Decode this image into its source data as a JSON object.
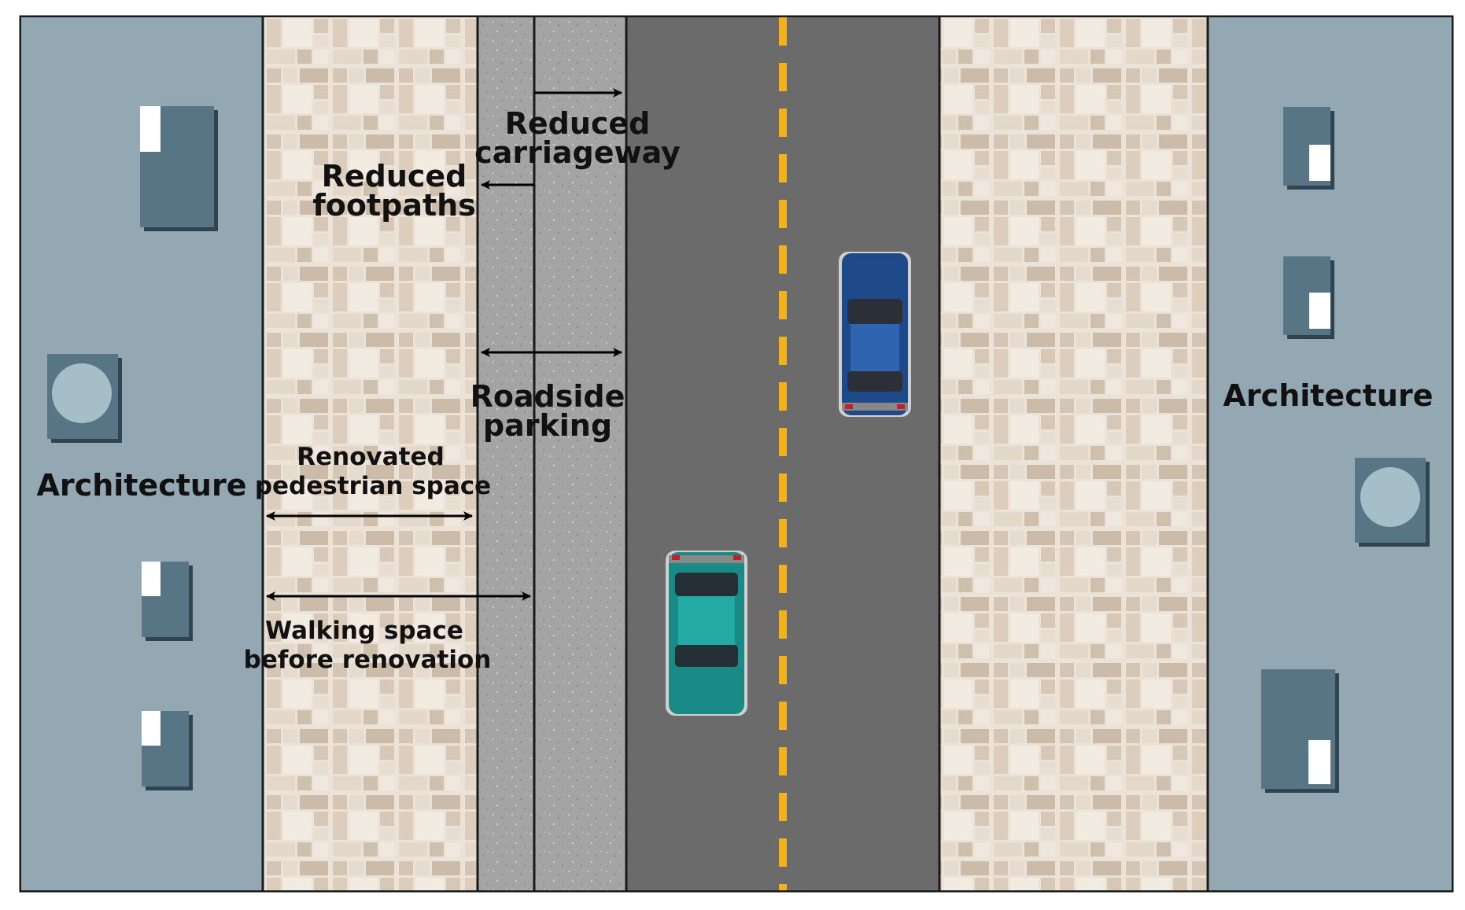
{
  "labels": {
    "architecture_left": "Architecture",
    "architecture_right": "Architecture",
    "reduced_carriageway_1": "Reduced",
    "reduced_carriageway_2": "carriageway",
    "reduced_footpaths_1": "Reduced",
    "reduced_footpaths_2": "footpaths",
    "roadside_parking_1": "Roadside",
    "roadside_parking_2": "parking",
    "renovated_pedestrian_1": "Renovated",
    "renovated_pedestrian_2": "pedestrian space",
    "walking_space_1": "Walking space",
    "walking_space_2": "before renovation"
  },
  "colors": {
    "building_zone": "#94a8b4",
    "building_block": "#587585",
    "building_shadow": "#2e4450",
    "window": "#ffffff",
    "paving_base": "#ece3d8",
    "paving_tile": "#d2c3b2",
    "parking_strip": "#a3a3a3",
    "carriageway": "#6b6b6b",
    "center_line": "#f2b21c",
    "car_blue": "#1f4a8a",
    "car_teal": "#1a8a86",
    "arrow": "#000000"
  },
  "icons": {
    "car_1": "car-blue-icon",
    "car_2": "car-teal-icon"
  }
}
